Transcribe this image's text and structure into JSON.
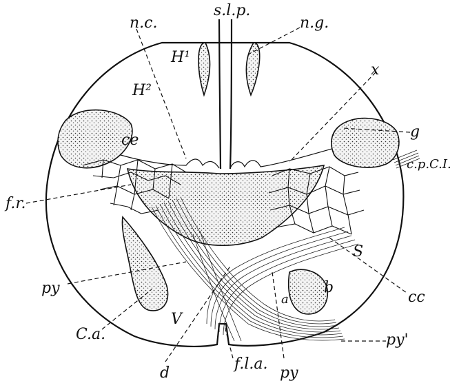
{
  "labels": {
    "slp": "s.l.p.",
    "nc": "n.c.",
    "ng": "n.g.",
    "h1": "H¹",
    "h2": "H²",
    "x": "x",
    "g": "g",
    "ce_left": "ce",
    "cpci": "c.p.C.I.",
    "fr": "f.r.",
    "s": "S",
    "py_left": "py",
    "b": "b",
    "a": "a",
    "cc": "cc",
    "ca": "C.a.",
    "v": "V",
    "py_prime": "py'",
    "fla": "f.l.a.",
    "d": "d",
    "py_bottom": "py"
  }
}
